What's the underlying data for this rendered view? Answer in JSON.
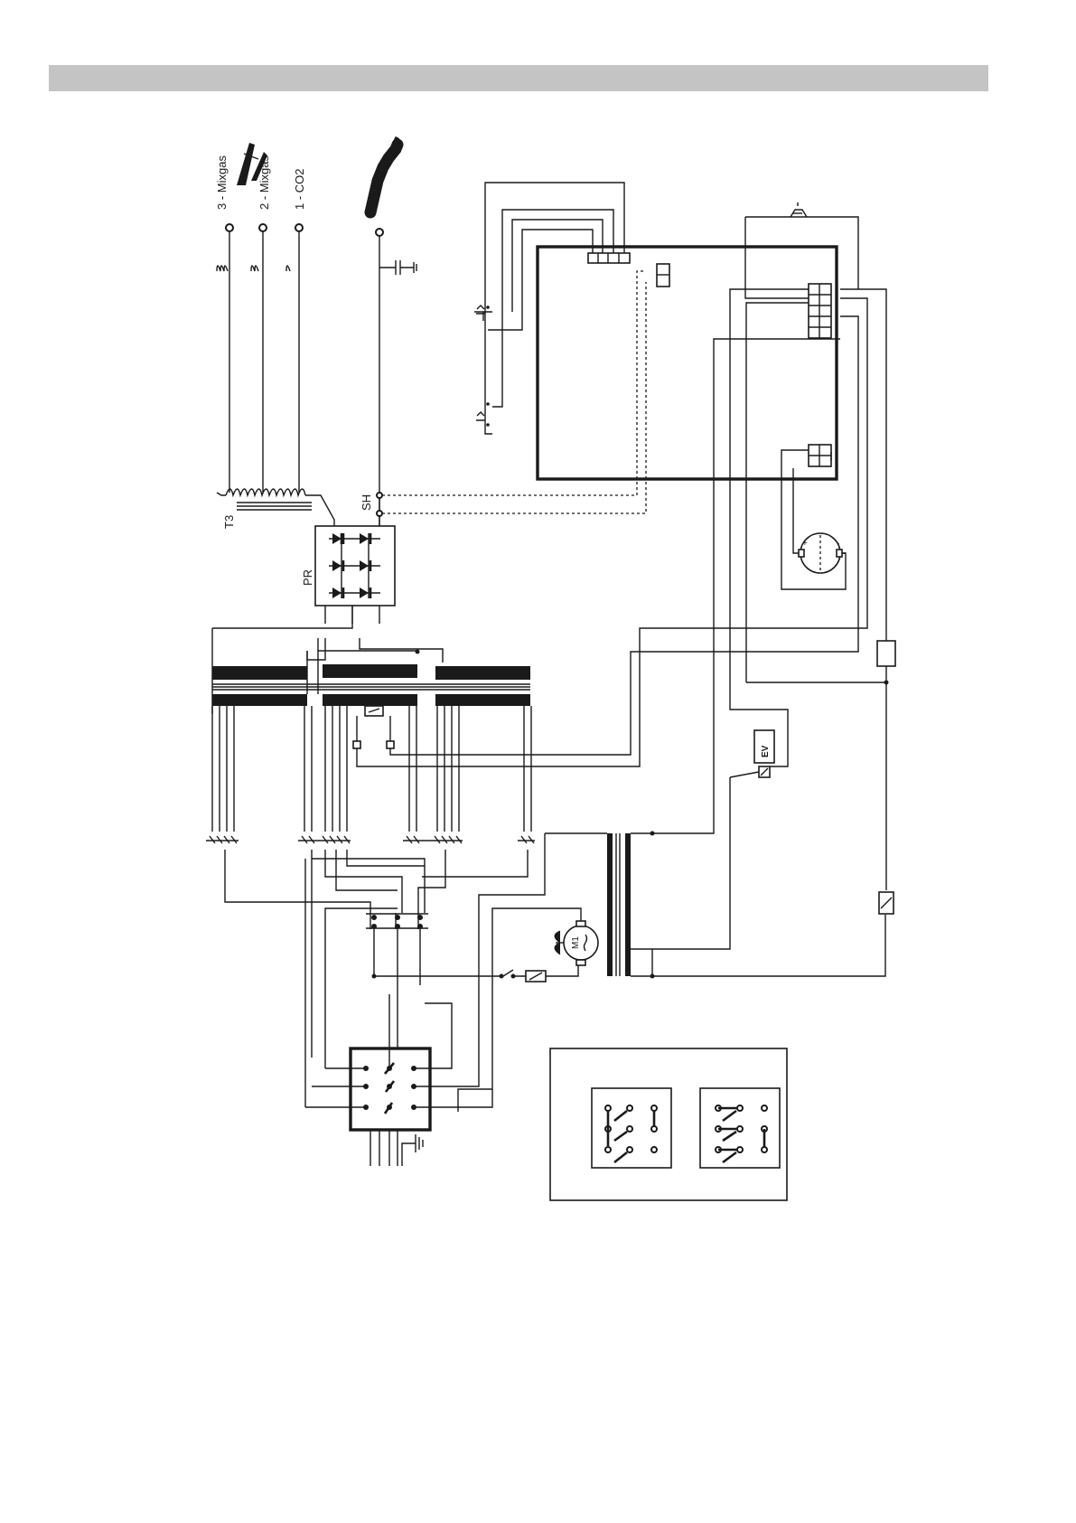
{
  "labels": {
    "out_3": "3 - Mixgas",
    "out_2": "2 - Mixgas",
    "out_1": "1 - CO2",
    "t3": "T3",
    "pr": "PR",
    "sh": "SH",
    "ev": "EV",
    "m1": "M1"
  },
  "colors": {
    "header_band": "#c4c4c4",
    "line": "#1a1a1a",
    "background": "#ffffff"
  },
  "icons": {
    "ground_clamp": "ground-clamp-icon",
    "welding_torch": "welding-torch-icon",
    "fan_motor": "fan-motor-icon",
    "ground": "ground-icon"
  }
}
